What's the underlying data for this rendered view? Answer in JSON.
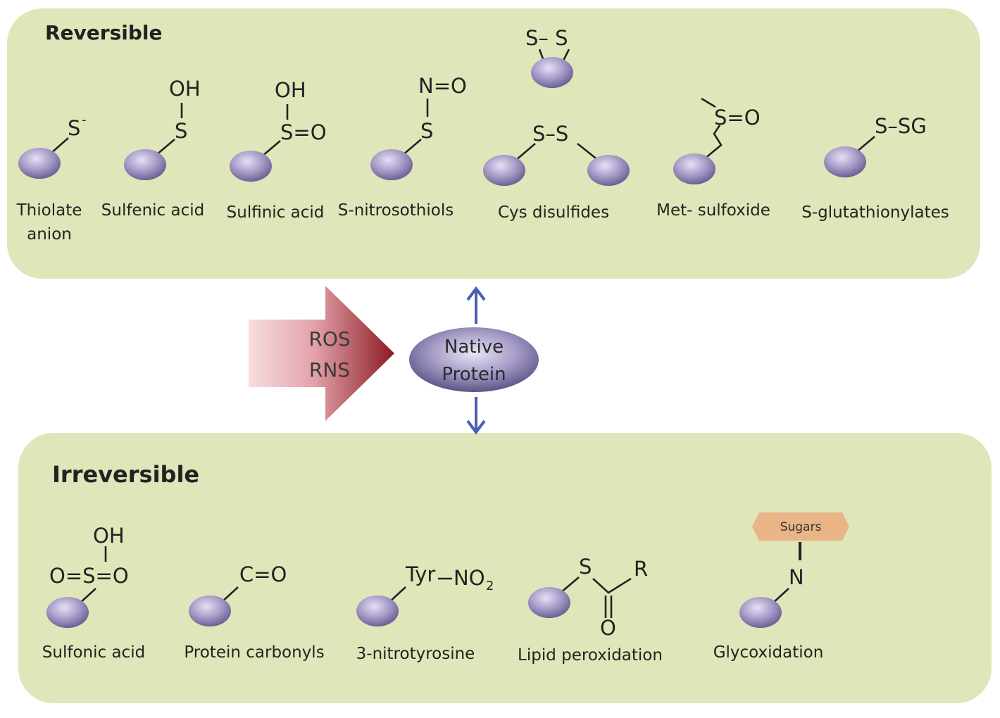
{
  "reversible": {
    "title": "Reversible",
    "items": [
      {
        "label_line1": "Thiolate",
        "label_line2": "anion"
      },
      {
        "label_line1": "Sulfenic acid"
      },
      {
        "label_line1": "Sulfinic acid"
      },
      {
        "label_line1": "S-nitrosothiols"
      },
      {
        "label_line1": "Cys disulfides"
      },
      {
        "label_line1": "Met- sulfoxide"
      },
      {
        "label_line1": "S-glutathionylates"
      }
    ]
  },
  "irreversible": {
    "title": "Irreversible",
    "items": [
      {
        "label_line1": "Sulfonic acid"
      },
      {
        "label_line1": "Protein carbonyls"
      },
      {
        "label_line1": "3-nitrotyrosine"
      },
      {
        "label_line1": "Lipid peroxidation"
      },
      {
        "label_line1": "Glycoxidation"
      }
    ]
  },
  "center": {
    "arrow_line1": "ROS",
    "arrow_line2": "RNS",
    "protein_line1": "Native",
    "protein_line2": "Protein"
  },
  "chem": {
    "thiolate_s": "S",
    "thiolate_charge": "-",
    "oh": "OH",
    "s": "S",
    "s_eq_o": "S=O",
    "n_eq_o": "N=O",
    "s_s": "S–S",
    "s_dash_s": "S– S",
    "s_sg": "S–SG",
    "o_s_o": "O=S=O",
    "c_eq_o": "C=O",
    "tyr": "Tyr",
    "no2": "NO",
    "no2_sub": "2",
    "r": "R",
    "o": "O",
    "n": "N",
    "sugars": "Sugars"
  },
  "colors": {
    "panel": "#dfe6b9",
    "protein_bead": "#a89cc8",
    "arrow_dark": "#8b1a22",
    "arrow_light": "#f7dde0",
    "double_arrow": "#4a5fb4",
    "sugar_tag": "#e9b586"
  }
}
